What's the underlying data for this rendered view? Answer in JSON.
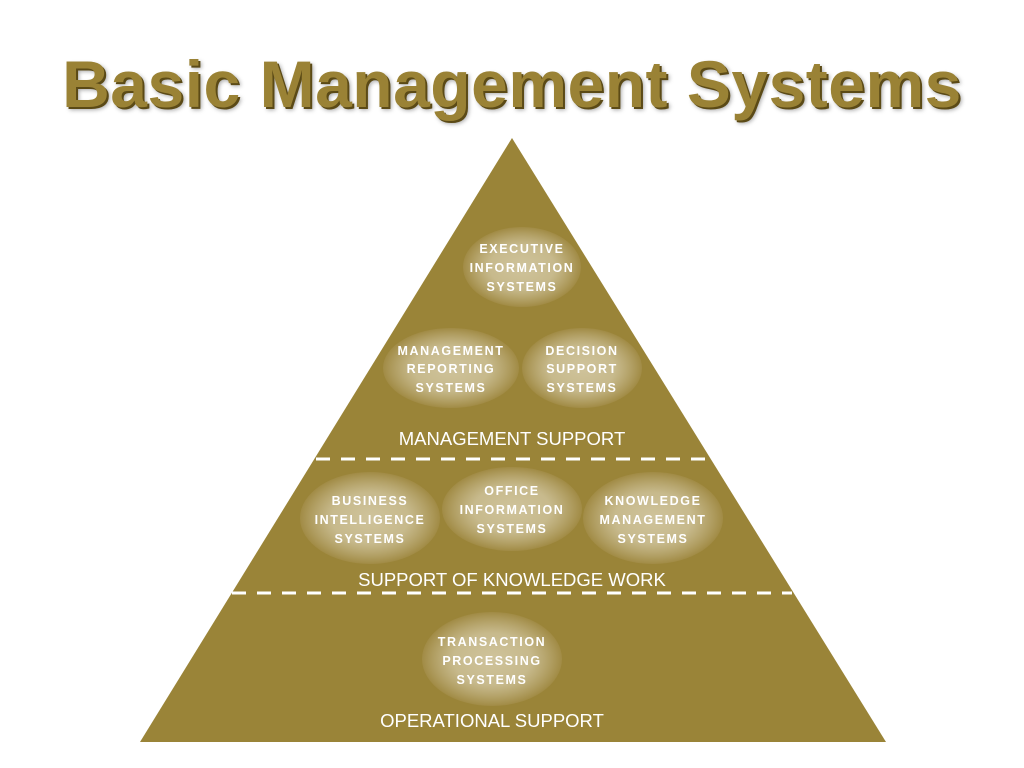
{
  "title": "Basic Management Systems",
  "colors": {
    "pyramid_fill": "#9a8438",
    "oval_center": "#cfc39b",
    "oval_edge": "#a18b45",
    "title_fill": "#9a8235",
    "divider": "#ffffff"
  },
  "levels": [
    {
      "label": "MANAGEMENT SUPPORT",
      "systems": [
        {
          "lines": [
            "EXECUTIVE",
            "INFORMATION",
            "SYSTEMS"
          ]
        },
        {
          "lines": [
            "MANAGEMENT",
            "REPORTING",
            "SYSTEMS"
          ]
        },
        {
          "lines": [
            "DECISION",
            "SUPPORT",
            "SYSTEMS"
          ]
        }
      ]
    },
    {
      "label": "SUPPORT OF KNOWLEDGE WORK",
      "systems": [
        {
          "lines": [
            "BUSINESS",
            "INTELLIGENCE",
            "SYSTEMS"
          ]
        },
        {
          "lines": [
            "OFFICE",
            "INFORMATION",
            "SYSTEMS"
          ]
        },
        {
          "lines": [
            "KNOWLEDGE",
            "MANAGEMENT",
            "SYSTEMS"
          ]
        }
      ]
    },
    {
      "label": "OPERATIONAL SUPPORT",
      "systems": [
        {
          "lines": [
            "TRANSACTION",
            "PROCESSING",
            "SYSTEMS"
          ]
        }
      ]
    }
  ]
}
